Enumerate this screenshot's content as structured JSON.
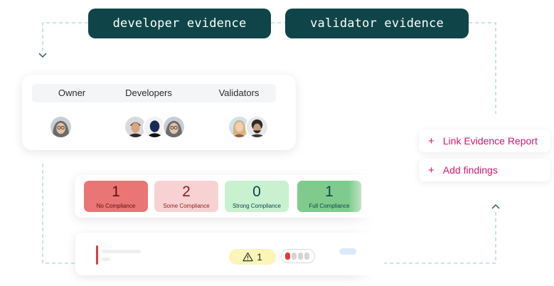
{
  "top_buttons": {
    "developer": "developer evidence",
    "validator": "validator evidence"
  },
  "team": {
    "headers": [
      "Owner",
      "Developers",
      "Validators"
    ],
    "owner_count": 1,
    "developer_count": 3,
    "validator_count": 2
  },
  "compliance": [
    {
      "count": "1",
      "label": "No Compliance",
      "bg": "#ea7575",
      "fg": "#5c1010"
    },
    {
      "count": "2",
      "label": "Some Compliance",
      "bg": "#f8d2d2",
      "fg": "#8b1c1c"
    },
    {
      "count": "0",
      "label": "Strong Compliance",
      "bg": "#c9f1d0",
      "fg": "#0f4548"
    },
    {
      "count": "1",
      "label": "Full Compliance",
      "bg": "#7fcb8d",
      "fg": "#0f4548"
    }
  ],
  "actions": [
    {
      "label": "Link Evidence Report"
    },
    {
      "label": "Add findings"
    }
  ],
  "status_row": {
    "warning_count": "1",
    "meter_filled": 1,
    "meter_total": 4
  },
  "colors": {
    "brand_dark": "#0f4548",
    "accent": "#d6156f",
    "connector": "#a9d6d3",
    "severity_red": "#e03b3b"
  },
  "icons": {
    "warning": "warning-triangle-icon",
    "add": "plus-icon",
    "arrow": "chevron-icon"
  }
}
